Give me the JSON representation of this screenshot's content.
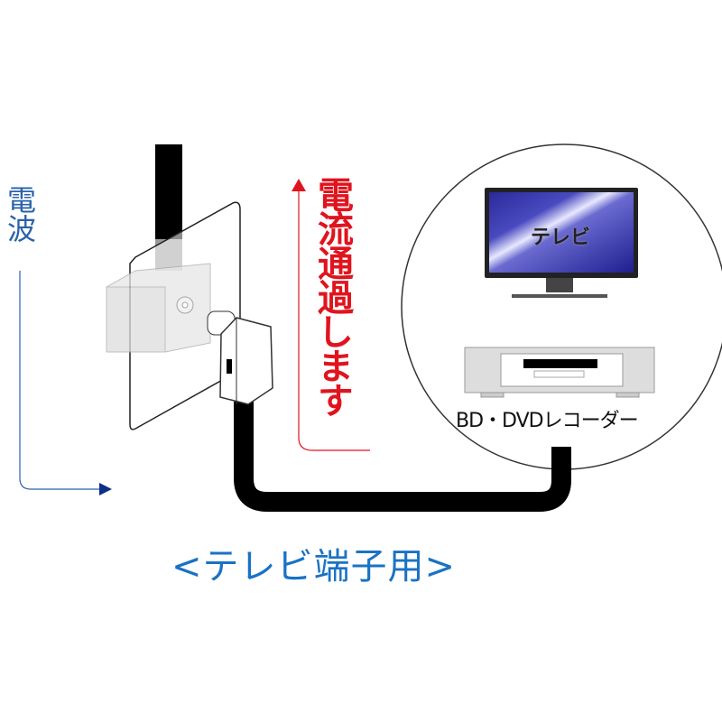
{
  "labels": {
    "radio_wave": "電波",
    "current_passes": "電流通過します",
    "tv": "テレビ",
    "recorder": "BD・DVDレコーダー",
    "caption": "<テレビ端子用>"
  },
  "colors": {
    "wave_blue": "#2a62a8",
    "current_red": "#e0141e",
    "caption_blue": "#1a72c4",
    "cable": "#000000"
  }
}
